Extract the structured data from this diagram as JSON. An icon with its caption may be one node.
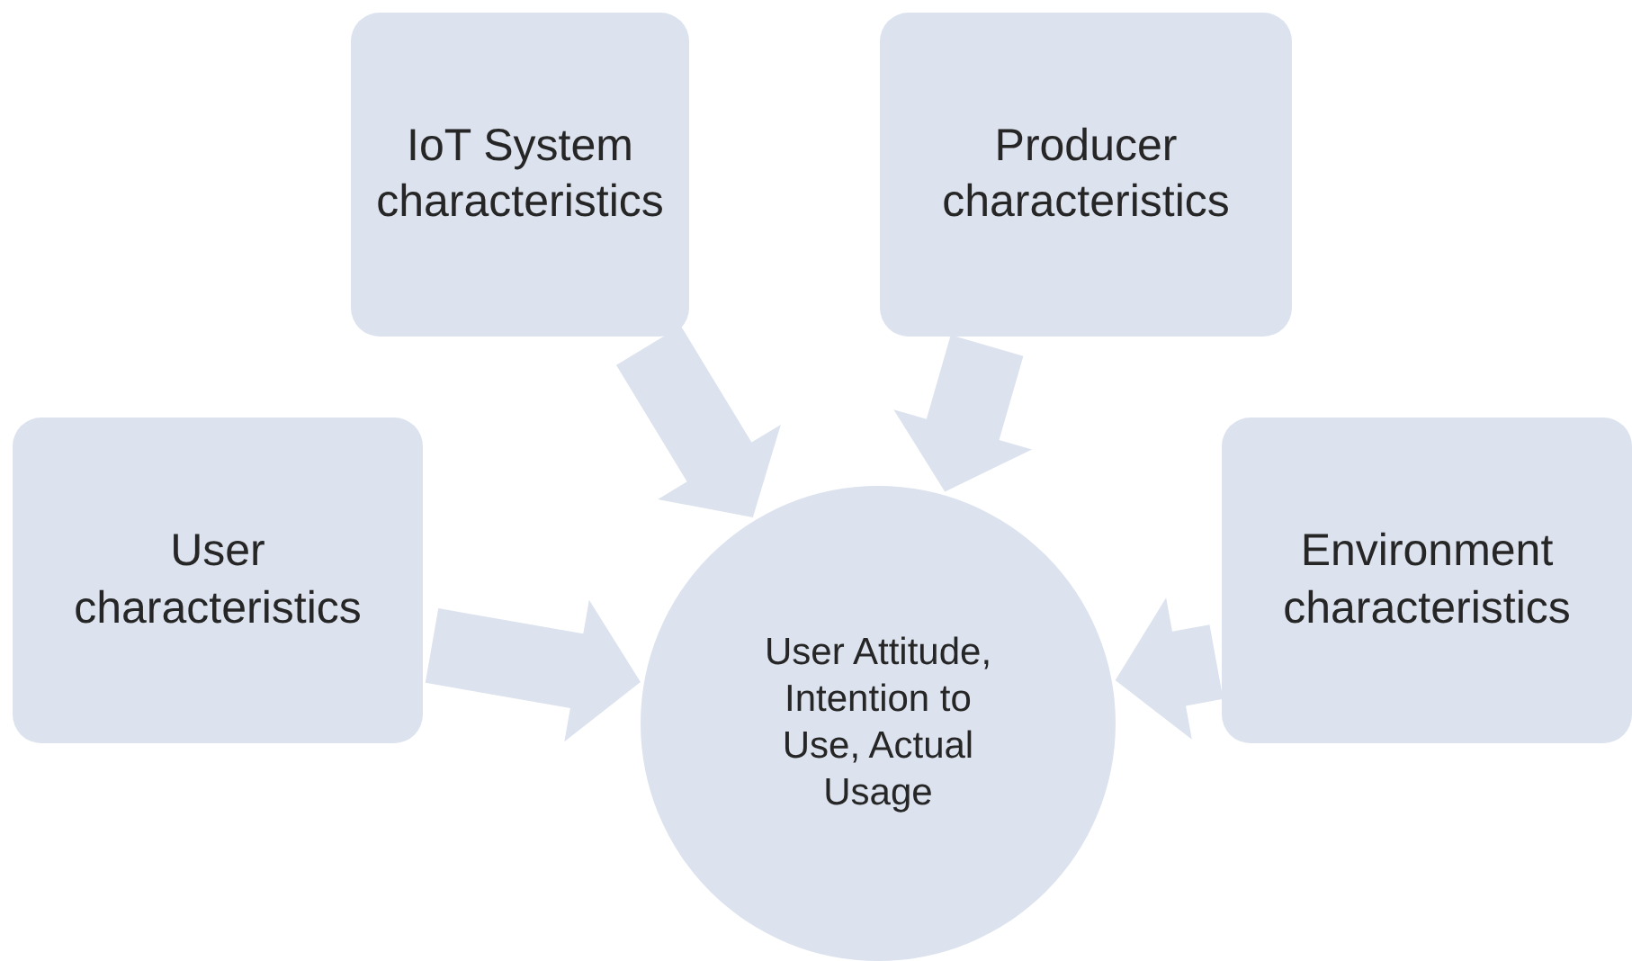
{
  "diagram": {
    "nodes": [
      {
        "text": [
          "IoT System characteristics"
        ]
      },
      {
        "text": [
          "Producer characteristics"
        ]
      },
      {
        "text": [
          "User characteristics"
        ]
      },
      {
        "text": [
          "User Attitude, Intention to Use, Actual Usage"
        ]
      },
      {
        "text": [
          "Environment characteristics"
        ]
      }
    ],
    "edges": [
      {
        "from": 0,
        "to": 3,
        "arrow": "to"
      },
      {
        "from": 1,
        "to": 3,
        "arrow": "to"
      },
      {
        "from": 2,
        "to": 3,
        "arrow": "to"
      },
      {
        "from": 4,
        "to": 3,
        "arrow": "to"
      }
    ]
  }
}
